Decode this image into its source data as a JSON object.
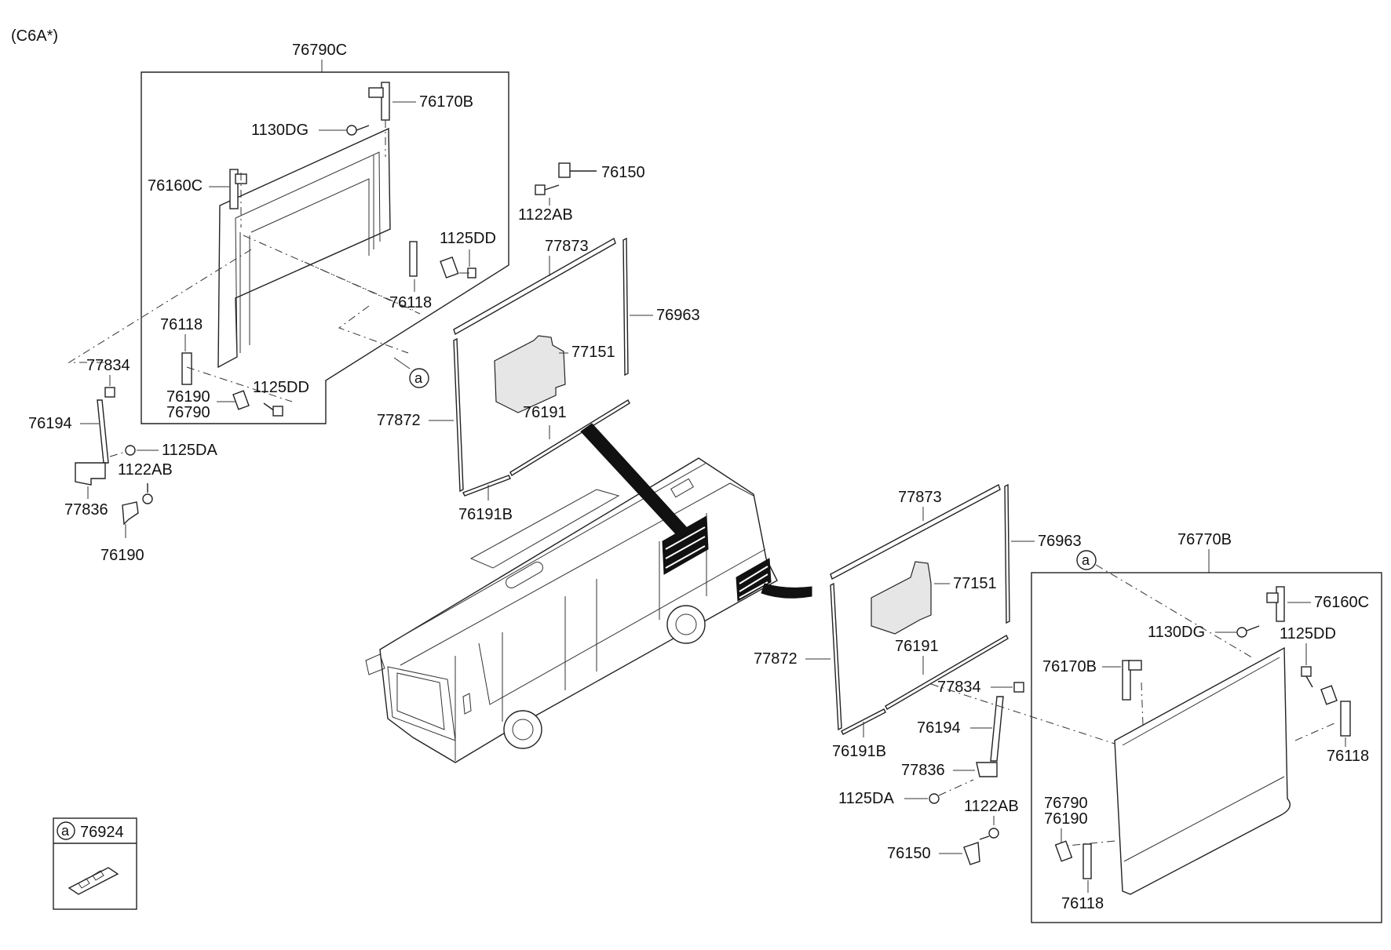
{
  "model_code": "(C6A*)",
  "legend": {
    "ref_letter": "a",
    "part_no": "76924"
  },
  "upper_assembly": {
    "title": "76790C",
    "labels": {
      "hinge_top": "76170B",
      "bolt_top": "1130DG",
      "hinge_left": "76160C",
      "bolt_right": "1125DD",
      "bracket_right": "76118",
      "bracket_left": "76118",
      "stay_top": "77834",
      "bolt_lower": "1125DD",
      "hinge_lower_a": "76190",
      "hinge_lower_b": "76790",
      "stay": "76194",
      "bolt_stay": "1125DA",
      "bolt_stay2": "1122AB",
      "stay_bottom": "77836",
      "hinge_bottom": "76190",
      "ref_a": "a"
    }
  },
  "upper_panel": {
    "hinge": "76150",
    "bolt": "1122AB",
    "seal_top": "77873",
    "seal_right": "76963",
    "pad": "77151",
    "seal_left": "77872",
    "seal_bottom": "76191",
    "seal_bottom_b": "76191B"
  },
  "lower_panel": {
    "seal_top": "77873",
    "seal_right": "76963",
    "pad": "77151",
    "seal_left": "77872",
    "seal_bottom": "76191",
    "seal_bottom_b": "76191B",
    "stay_top": "77834",
    "stay": "76194",
    "stay_bottom": "77836",
    "bolt_stay": "1125DA",
    "bolt": "1122AB",
    "hinge": "76150"
  },
  "lower_assembly": {
    "title": "76770B",
    "ref_a": "a",
    "labels": {
      "hinge_top": "76160C",
      "bolt_top": "1130DG",
      "bolt_right": "1125DD",
      "hinge_left": "76170B",
      "bracket_right": "76118",
      "hinge_lower_a": "76790",
      "hinge_lower_b": "76190",
      "bracket_bottom": "76118"
    }
  }
}
